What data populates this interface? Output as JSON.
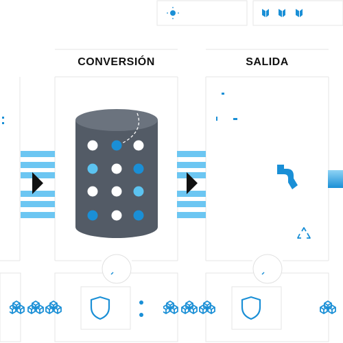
{
  "headings": {
    "conversion": "CONVERSIÓN",
    "output": "SALIDA"
  },
  "colors": {
    "blue_dark": "#1a8fd6",
    "blue_light": "#5cc3f0",
    "stripe_blue": "#6cc6f2",
    "cylinder": "#535b66",
    "line_gray": "#e5e5e5",
    "text": "#111111"
  },
  "icons": {
    "top_bar_1": "light-icon",
    "top_bar_2": "cubes-icon",
    "conversion_panel": "database-cylinder-icon",
    "output_panel": "pipe-connector-icon",
    "recycle": "recycle-icon",
    "shield": "shield-icon",
    "bottom_cubes": "cube-cluster-icon",
    "flow_arrow": "play-arrow-icon"
  },
  "cylinder_dots": [
    [
      "white",
      "dark",
      "white"
    ],
    [
      "light",
      "white",
      "dark"
    ],
    [
      "white",
      "white",
      "light"
    ],
    [
      "dark",
      "white",
      "dark"
    ]
  ]
}
